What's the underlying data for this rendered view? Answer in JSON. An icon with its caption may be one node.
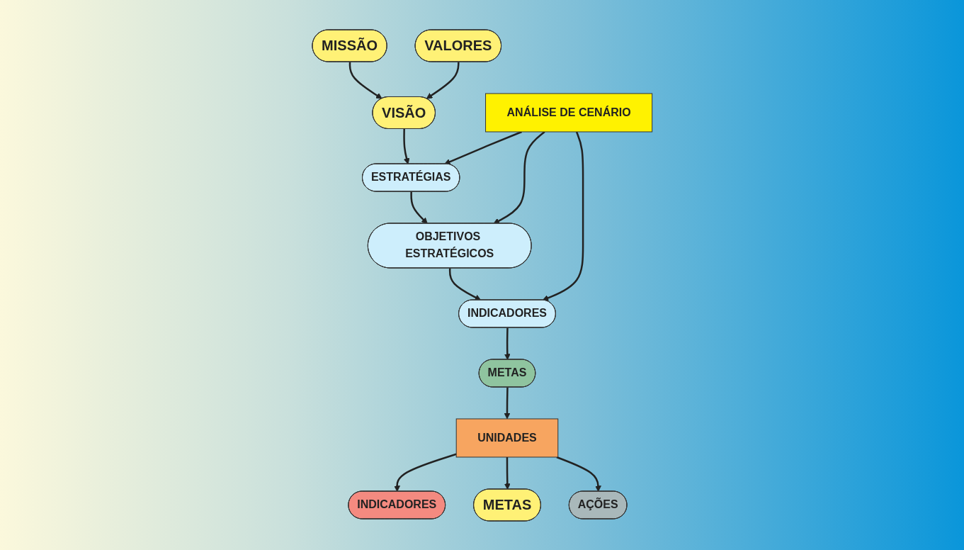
{
  "diagram": {
    "nodes": [
      {
        "text": [
          "MISSÃO"
        ]
      },
      {
        "text": [
          "VISÃO"
        ]
      },
      {
        "text": [
          "VALORES"
        ]
      },
      {
        "text": [
          "ESTRATÉGIAS"
        ]
      },
      {
        "text": [
          "OBJETIVOS ESTRATÉGICOS"
        ]
      },
      {
        "text": [
          "INDICADORES"
        ]
      },
      {
        "text": [
          "METAS"
        ]
      },
      {
        "text": [
          "ANÁLISE DE CENÁRIO"
        ]
      },
      {
        "text": [
          "UNIDADES"
        ]
      },
      {
        "text": [
          "INDICADORES"
        ]
      },
      {
        "text": [
          "METAS"
        ]
      },
      {
        "text": [
          "AÇÕES"
        ]
      }
    ],
    "edges": [
      {
        "from": 0,
        "to": 1,
        "arrow": "to"
      },
      {
        "from": 2,
        "to": 1,
        "arrow": "to"
      },
      {
        "from": 1,
        "to": 3,
        "arrow": "to"
      },
      {
        "from": 3,
        "to": 4,
        "arrow": "to"
      },
      {
        "from": 4,
        "to": 5,
        "arrow": "to"
      },
      {
        "from": 5,
        "to": 6,
        "arrow": "to"
      },
      {
        "from": 7,
        "to": 3,
        "arrow": "to"
      },
      {
        "from": 7,
        "to": 4,
        "arrow": "to"
      },
      {
        "from": 7,
        "to": 5,
        "arrow": "to"
      },
      {
        "from": 6,
        "to": 8,
        "arrow": "to"
      },
      {
        "from": 8,
        "to": 9,
        "arrow": "to"
      },
      {
        "from": 8,
        "to": 10,
        "arrow": "to"
      },
      {
        "from": 8,
        "to": 11,
        "arrow": "to"
      }
    ]
  }
}
